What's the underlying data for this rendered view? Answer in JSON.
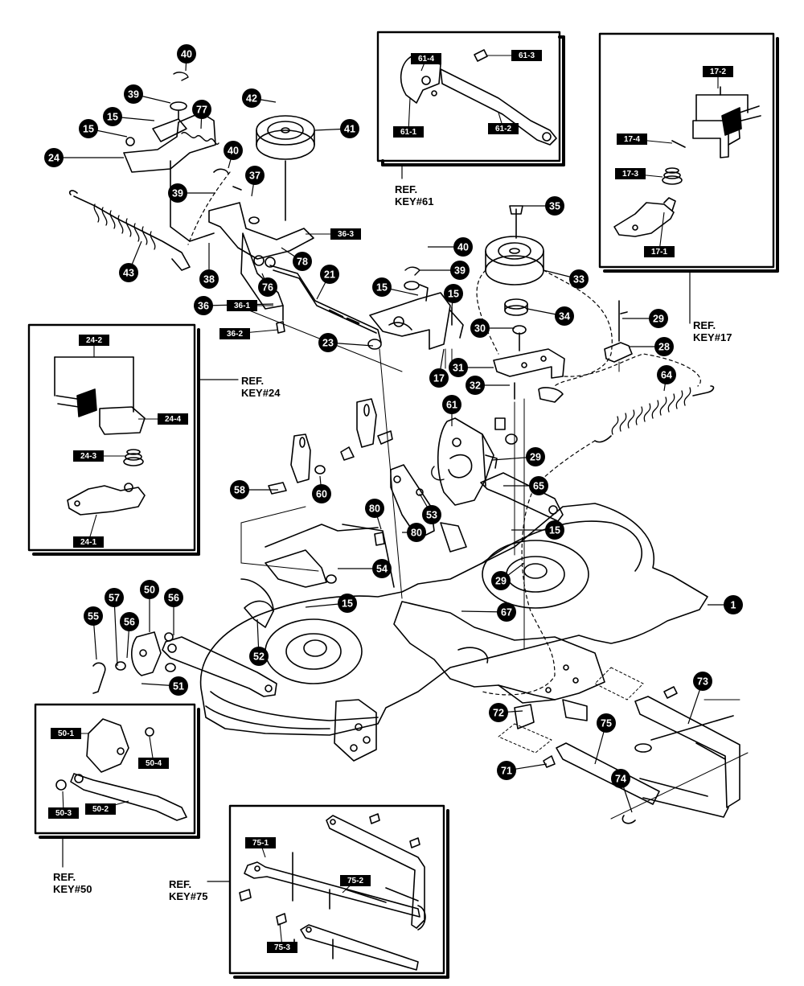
{
  "colors": {
    "ink": "#000000",
    "paper": "#ffffff"
  },
  "callouts": [
    {
      "id": "c40a",
      "label": "40"
    },
    {
      "id": "c39a",
      "label": "39"
    },
    {
      "id": "c77",
      "label": "77"
    },
    {
      "id": "c15a",
      "label": "15"
    },
    {
      "id": "c15b",
      "label": "15"
    },
    {
      "id": "c24",
      "label": "24"
    },
    {
      "id": "c42",
      "label": "42"
    },
    {
      "id": "c41",
      "label": "41"
    },
    {
      "id": "c40b",
      "label": "40"
    },
    {
      "id": "c37",
      "label": "37"
    },
    {
      "id": "c39b",
      "label": "39"
    },
    {
      "id": "c43",
      "label": "43"
    },
    {
      "id": "c38",
      "label": "38"
    },
    {
      "id": "c78",
      "label": "78"
    },
    {
      "id": "c76",
      "label": "76"
    },
    {
      "id": "c36",
      "label": "36"
    },
    {
      "id": "c21",
      "label": "21"
    },
    {
      "id": "c23",
      "label": "23"
    },
    {
      "id": "c40c",
      "label": "40"
    },
    {
      "id": "c39c",
      "label": "39"
    },
    {
      "id": "c15c",
      "label": "15"
    },
    {
      "id": "c15d",
      "label": "15"
    },
    {
      "id": "c17",
      "label": "17"
    },
    {
      "id": "c35",
      "label": "35"
    },
    {
      "id": "c33",
      "label": "33"
    },
    {
      "id": "c34",
      "label": "34"
    },
    {
      "id": "c30",
      "label": "30"
    },
    {
      "id": "c31",
      "label": "31"
    },
    {
      "id": "c32",
      "label": "32"
    },
    {
      "id": "c29a",
      "label": "29"
    },
    {
      "id": "c28",
      "label": "28"
    },
    {
      "id": "c64",
      "label": "64"
    },
    {
      "id": "c61",
      "label": "61"
    },
    {
      "id": "c29b",
      "label": "29"
    },
    {
      "id": "c65",
      "label": "65"
    },
    {
      "id": "c53",
      "label": "53"
    },
    {
      "id": "c15e",
      "label": "15"
    },
    {
      "id": "c29c",
      "label": "29"
    },
    {
      "id": "c58",
      "label": "58"
    },
    {
      "id": "c60",
      "label": "60"
    },
    {
      "id": "c80a",
      "label": "80"
    },
    {
      "id": "c80b",
      "label": "80"
    },
    {
      "id": "c54",
      "label": "54"
    },
    {
      "id": "c15f",
      "label": "15"
    },
    {
      "id": "c67",
      "label": "67"
    },
    {
      "id": "c1",
      "label": "1"
    },
    {
      "id": "c57",
      "label": "57"
    },
    {
      "id": "c50",
      "label": "50"
    },
    {
      "id": "c56a",
      "label": "56"
    },
    {
      "id": "c55",
      "label": "55"
    },
    {
      "id": "c56b",
      "label": "56"
    },
    {
      "id": "c52",
      "label": "52"
    },
    {
      "id": "c51",
      "label": "51"
    },
    {
      "id": "c72",
      "label": "72"
    },
    {
      "id": "c73",
      "label": "73"
    },
    {
      "id": "c75",
      "label": "75"
    },
    {
      "id": "c74",
      "label": "74"
    },
    {
      "id": "c71",
      "label": "71"
    }
  ],
  "sub_labels": [
    {
      "id": "s61_4",
      "label": "61-4"
    },
    {
      "id": "s61_3",
      "label": "61-3"
    },
    {
      "id": "s61_1",
      "label": "61-1"
    },
    {
      "id": "s61_2",
      "label": "61-2"
    },
    {
      "id": "s17_2",
      "label": "17-2"
    },
    {
      "id": "s17_4",
      "label": "17-4"
    },
    {
      "id": "s17_3",
      "label": "17-3"
    },
    {
      "id": "s17_1",
      "label": "17-1"
    },
    {
      "id": "s36_3",
      "label": "36-3"
    },
    {
      "id": "s36_1",
      "label": "36-1"
    },
    {
      "id": "s36_2",
      "label": "36-2"
    },
    {
      "id": "s24_2",
      "label": "24-2"
    },
    {
      "id": "s24_4",
      "label": "24-4"
    },
    {
      "id": "s24_3",
      "label": "24-3"
    },
    {
      "id": "s24_1",
      "label": "24-1"
    },
    {
      "id": "s50_1",
      "label": "50-1"
    },
    {
      "id": "s50_4",
      "label": "50-4"
    },
    {
      "id": "s50_3",
      "label": "50-3"
    },
    {
      "id": "s50_2",
      "label": "50-2"
    },
    {
      "id": "s75_1",
      "label": "75-1"
    },
    {
      "id": "s75_2",
      "label": "75-2"
    },
    {
      "id": "s75_3",
      "label": "75-3"
    }
  ],
  "refs": {
    "key61": {
      "line1": "REF.",
      "line2": "KEY#61"
    },
    "key17": {
      "line1": "REF.",
      "line2": "KEY#17"
    },
    "key24": {
      "line1": "REF.",
      "line2": "KEY#24"
    },
    "key50": {
      "line1": "REF.",
      "line2": "KEY#50"
    },
    "key75": {
      "line1": "REF.",
      "line2": "KEY#75"
    }
  }
}
